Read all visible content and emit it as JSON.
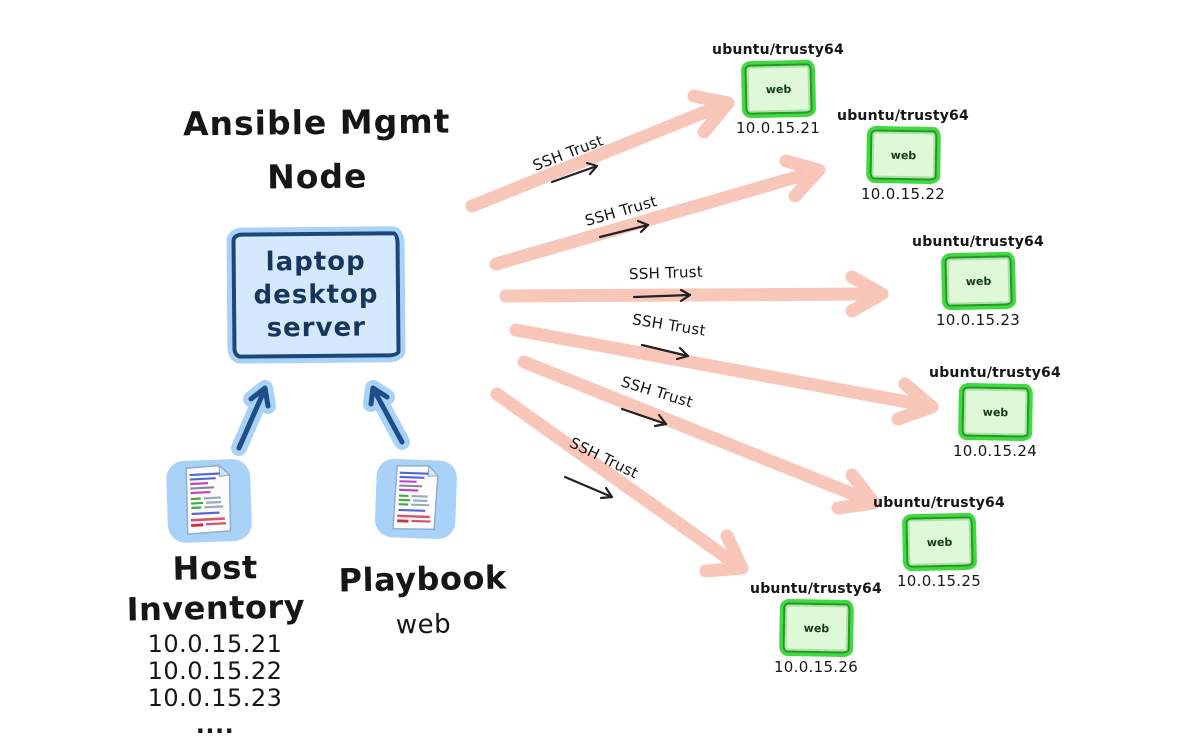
{
  "diagram": {
    "title": {
      "line1": "Ansible Mgmt",
      "line2": "Node"
    },
    "mgmt_box": {
      "line1": "laptop",
      "line2": "desktop",
      "line3": "server"
    },
    "host_inventory": {
      "label_line1": "Host",
      "label_line2": "Inventory",
      "ips": [
        "10.0.15.21",
        "10.0.15.22",
        "10.0.15.23",
        "...."
      ]
    },
    "playbook": {
      "label": "Playbook",
      "target": "web"
    },
    "ssh_label": "SSH Trust",
    "servers": [
      {
        "os": "ubuntu/trusty64",
        "name": "web",
        "ip": "10.0.15.21"
      },
      {
        "os": "ubuntu/trusty64",
        "name": "web",
        "ip": "10.0.15.22"
      },
      {
        "os": "ubuntu/trusty64",
        "name": "web",
        "ip": "10.0.15.23"
      },
      {
        "os": "ubuntu/trusty64",
        "name": "web",
        "ip": "10.0.15.24"
      },
      {
        "os": "ubuntu/trusty64",
        "name": "web",
        "ip": "10.0.15.25"
      },
      {
        "os": "ubuntu/trusty64",
        "name": "web",
        "ip": "10.0.15.26"
      }
    ],
    "icons": {
      "host_inventory": "document-icon",
      "playbook": "document-icon"
    },
    "colors": {
      "ssh_arrow_pink": "#f9c6ba",
      "mgmt_fill_blue": "#d6e9fc",
      "mgmt_border_navy": "#1c4879",
      "halo_light_blue": "#a9d2f8",
      "server_fill_green": "#def8d8",
      "server_glow_green": "#42d842",
      "ink_black": "#1b1b1b"
    }
  }
}
